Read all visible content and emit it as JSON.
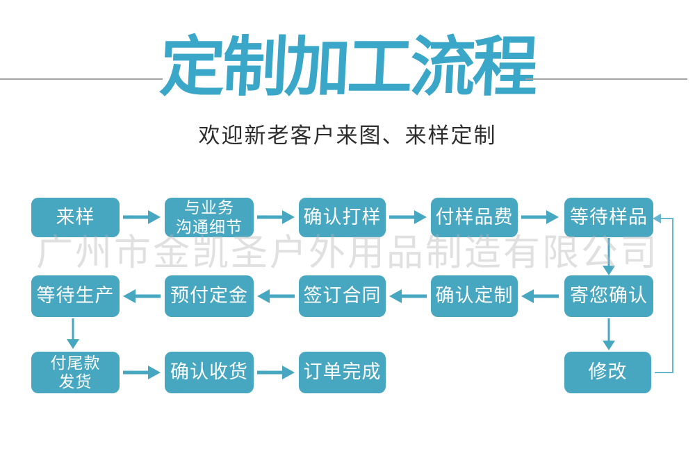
{
  "header": {
    "title": "定制加工流程",
    "subtitle": "欢迎新老客户来图、来样定制"
  },
  "watermark": "广州市金凯圣户外用品制造有限公司",
  "colors": {
    "accent": "#47a7c1",
    "title_accent": "#3ba7c8",
    "loop_line": "#66b6cf",
    "subtitle_text": "#2d2d2d",
    "watermark_gray": "#e3e3e3",
    "divider_gray": "#a3a3a3"
  },
  "flowchart": {
    "steps": [
      {
        "id": "sample-in",
        "label": "来样"
      },
      {
        "id": "discuss-details",
        "label": "与业务\n沟通细节"
      },
      {
        "id": "confirm-proofing",
        "label": "确认打样"
      },
      {
        "id": "pay-sample-fee",
        "label": "付样品费"
      },
      {
        "id": "wait-sample",
        "label": "等待样品"
      },
      {
        "id": "send-for-confirm",
        "label": "寄您确认"
      },
      {
        "id": "confirm-custom",
        "label": "确认定制"
      },
      {
        "id": "sign-contract",
        "label": "签订合同"
      },
      {
        "id": "pay-deposit",
        "label": "预付定金"
      },
      {
        "id": "wait-production",
        "label": "等待生产"
      },
      {
        "id": "pay-balance-ship",
        "label": "付尾款\n发货"
      },
      {
        "id": "confirm-receipt",
        "label": "确认收货"
      },
      {
        "id": "order-complete",
        "label": "订单完成"
      },
      {
        "id": "revise",
        "label": "修改"
      }
    ]
  }
}
